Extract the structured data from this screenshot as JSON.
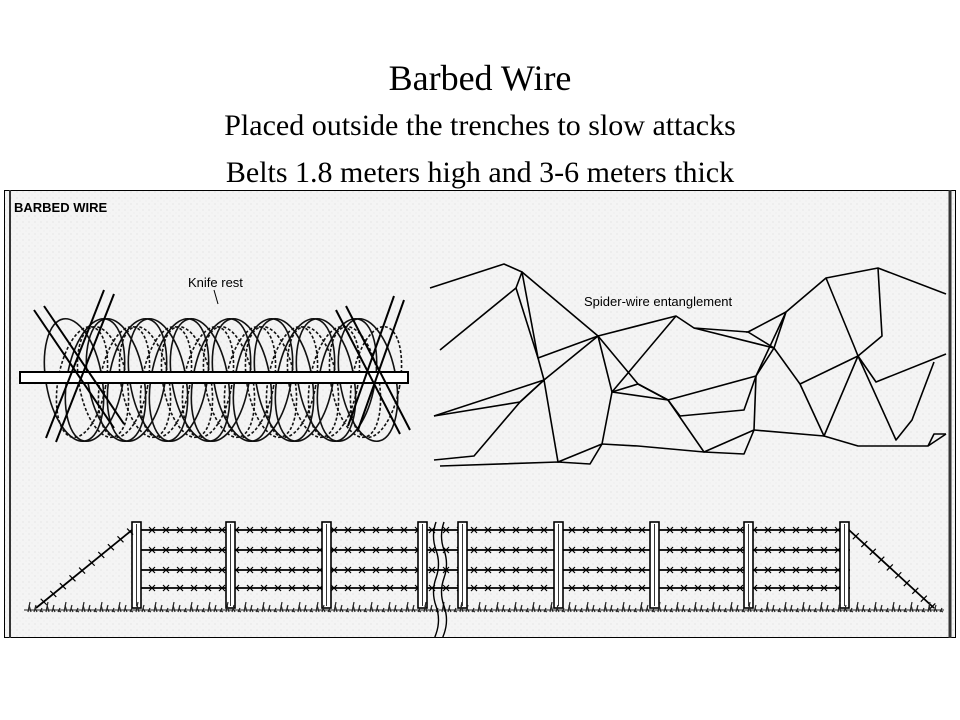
{
  "slide": {
    "title": "Barbed Wire",
    "line1": "Placed outside the trenches to slow attacks",
    "line2": "Belts 1.8 meters high and 3-6 meters thick"
  },
  "figure": {
    "heading": "BARBED WIRE",
    "knife_rest_label": "Knife rest",
    "spider_label": "Spider-wire entanglement"
  }
}
